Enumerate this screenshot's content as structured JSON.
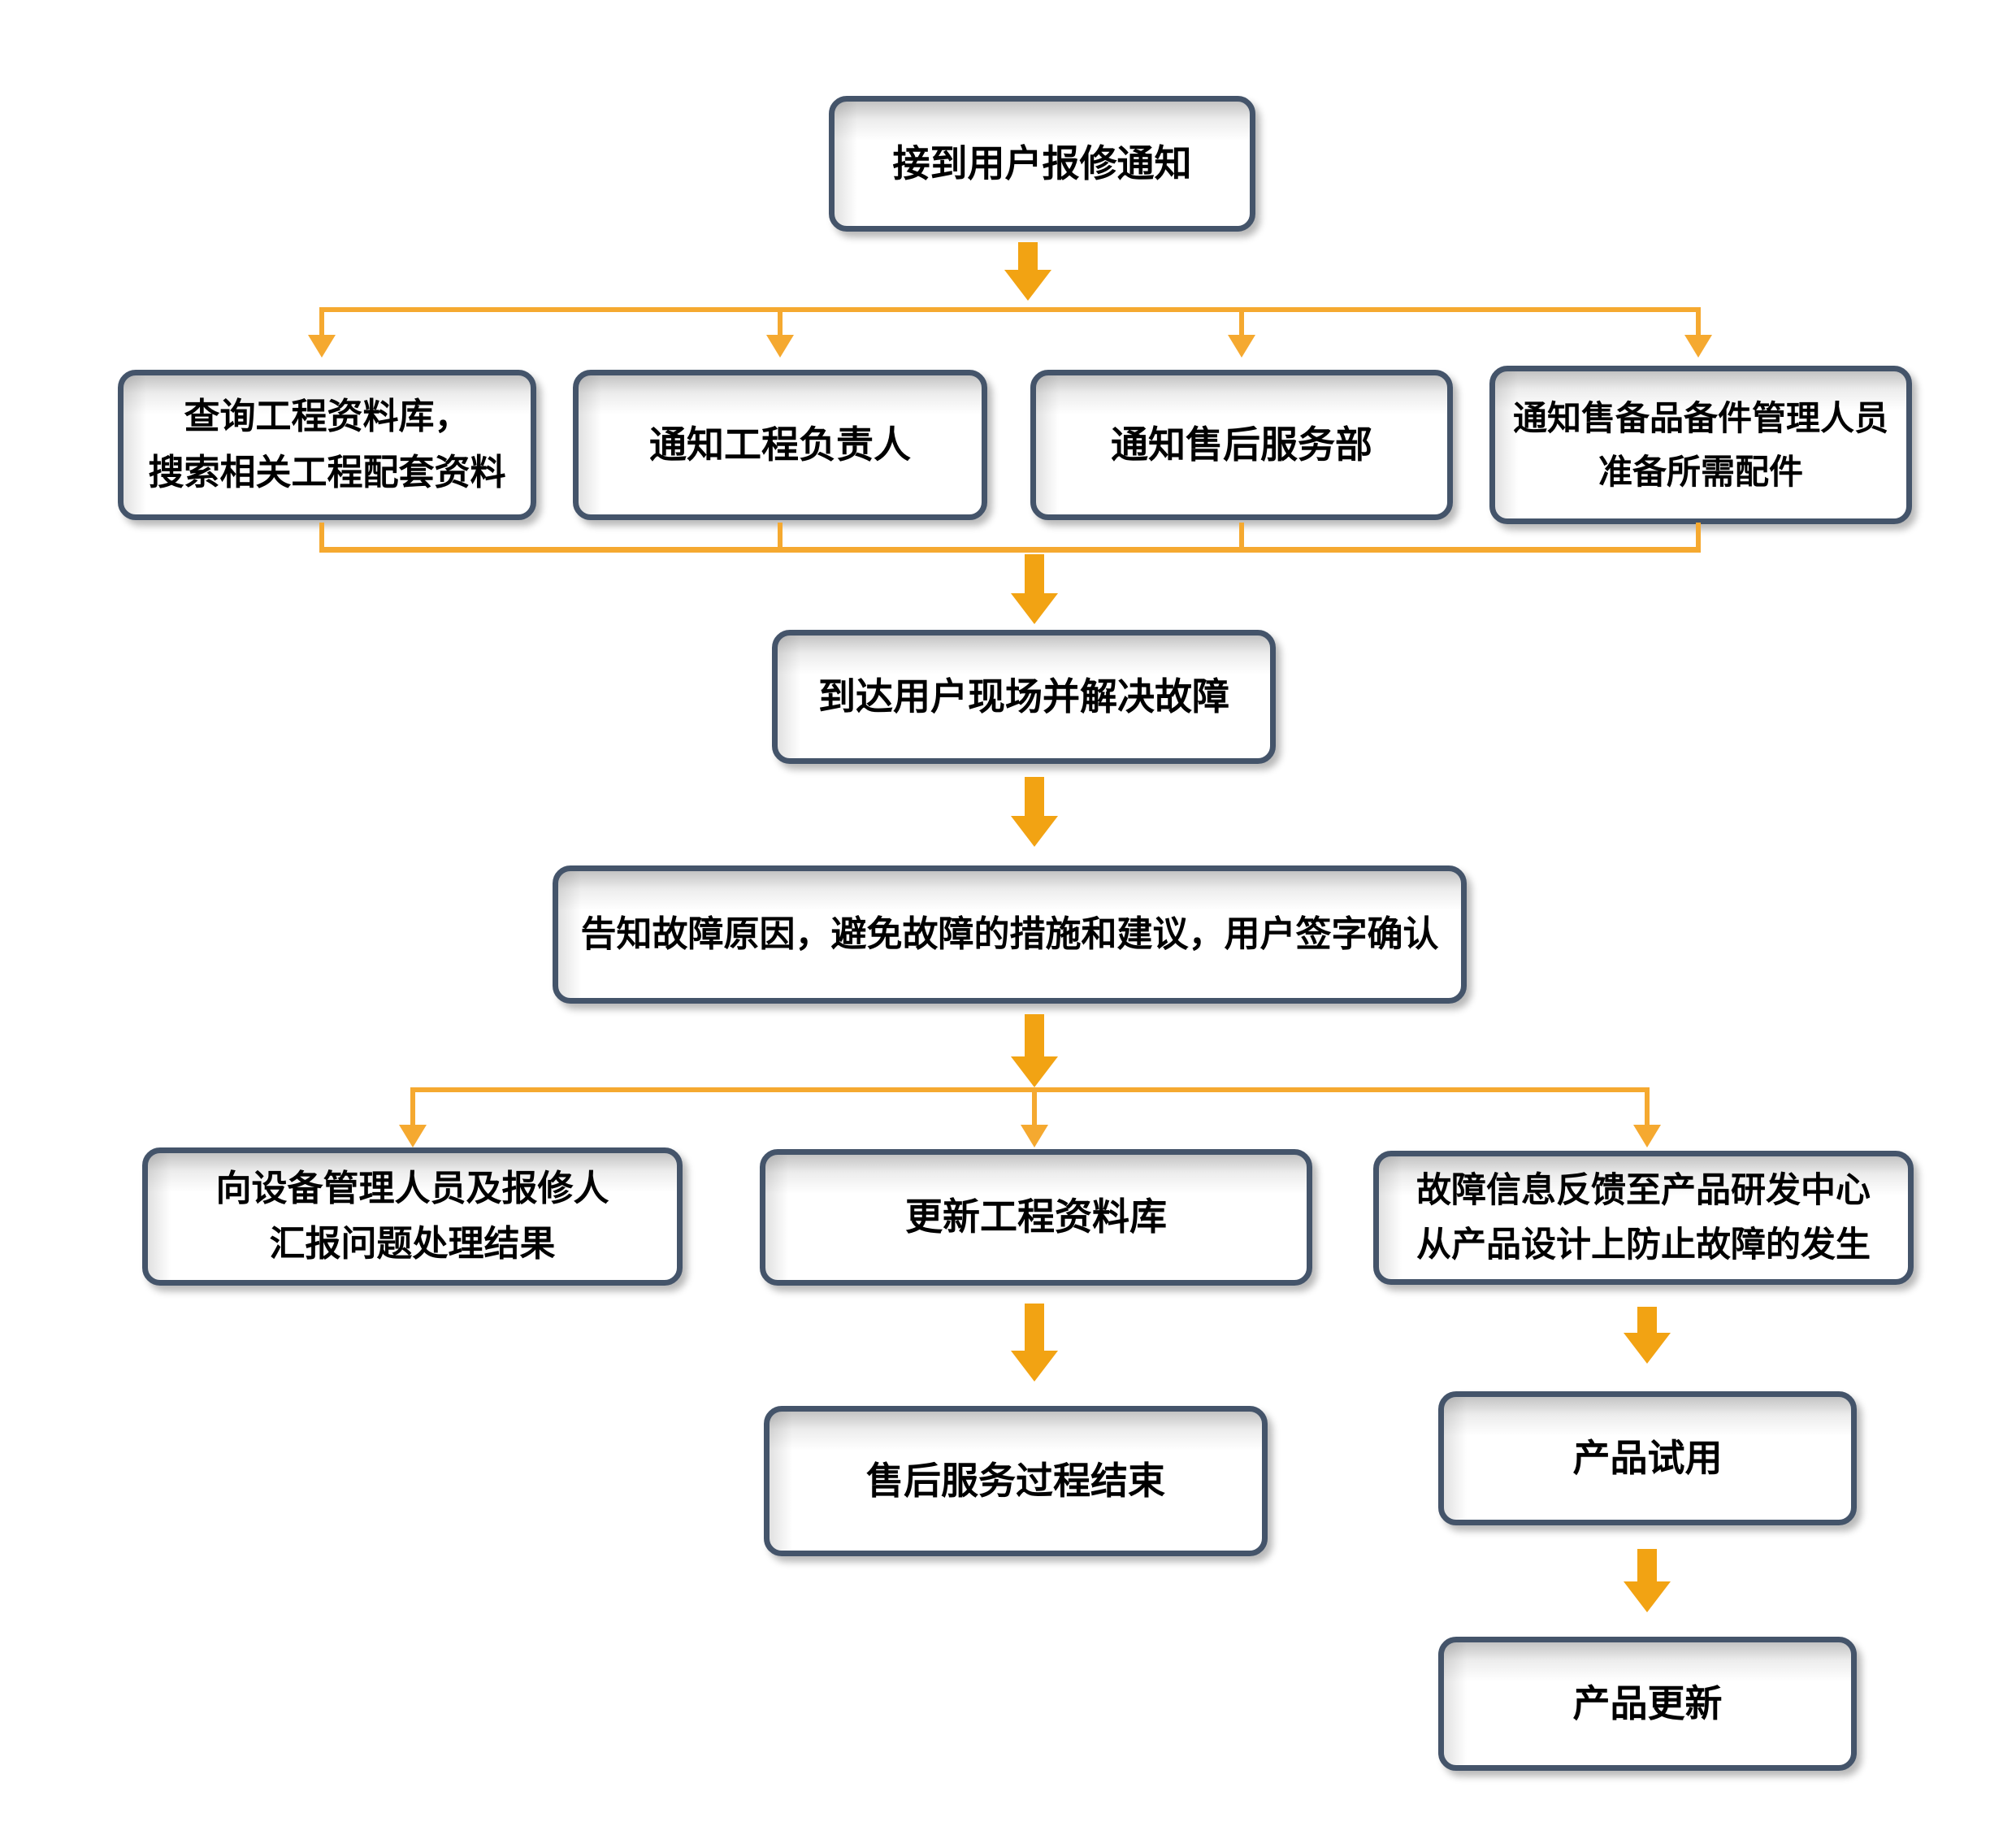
{
  "colors": {
    "box_border": "#44546A",
    "box_fill": "#FFFFFF",
    "connector_line": "#F5A930",
    "arrow_fill": "#F2A313",
    "text": "#000000"
  },
  "nodes": {
    "receive": {
      "text": "接到用户报修通知"
    },
    "query_db": {
      "text": "查询工程资料库，\n搜索相关工程配套资料"
    },
    "notify_lead": {
      "text": "通知工程负责人"
    },
    "notify_service": {
      "text": "通知售后服务部"
    },
    "notify_parts": {
      "text": "通知售备品备件管理人员\n准备所需配件"
    },
    "arrive": {
      "text": "到达用户现场并解决故障"
    },
    "inform": {
      "text": "告知故障原因，避免故障的措施和建议，用户签字确认"
    },
    "report": {
      "text": "向设备管理人员及报修人\n汇报问题处理结果"
    },
    "update_db": {
      "text": "更新工程资料库"
    },
    "feedback": {
      "text": "故障信息反馈至产品研发中心\n从产品设计上防止故障的发生"
    },
    "end": {
      "text": "售后服务过程结束"
    },
    "trial": {
      "text": "产品试用"
    },
    "update_product": {
      "text": "产品更新"
    }
  },
  "edges": [
    [
      "receive",
      "query_db"
    ],
    [
      "receive",
      "notify_lead"
    ],
    [
      "receive",
      "notify_service"
    ],
    [
      "receive",
      "notify_parts"
    ],
    [
      "query_db",
      "arrive"
    ],
    [
      "notify_lead",
      "arrive"
    ],
    [
      "notify_service",
      "arrive"
    ],
    [
      "notify_parts",
      "arrive"
    ],
    [
      "arrive",
      "inform"
    ],
    [
      "inform",
      "report"
    ],
    [
      "inform",
      "update_db"
    ],
    [
      "inform",
      "feedback"
    ],
    [
      "update_db",
      "end"
    ],
    [
      "feedback",
      "trial"
    ],
    [
      "trial",
      "update_product"
    ]
  ]
}
